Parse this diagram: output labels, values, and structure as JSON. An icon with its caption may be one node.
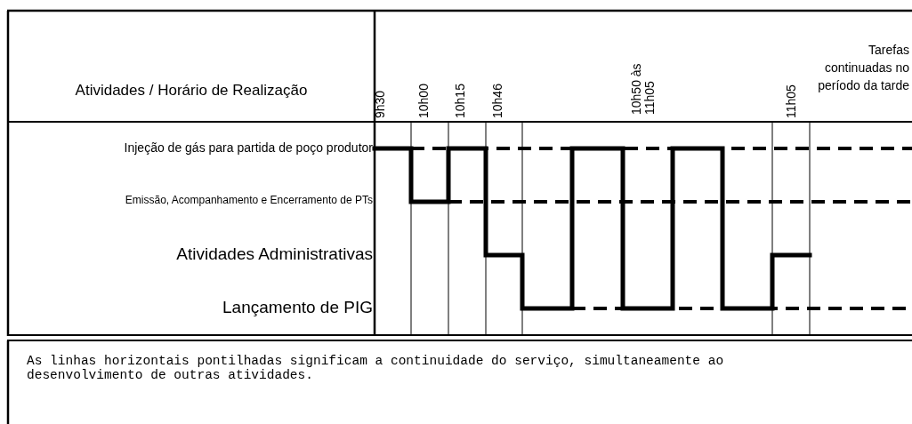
{
  "diagram": {
    "labels": [
      "Atividades / Horário de Realização",
      "9h30",
      "10h00",
      "10h15",
      "10h46",
      "10h50 às 11h05",
      "11h05",
      "Tarefas continuadas no período da tarde",
      "Injeção de gás para partida de poço produtor",
      "Emissão, Acompanhamento e Encerramento de PTs",
      "Atividades Administrativas",
      "Lançamento de PIG",
      "As linhas horizontais pontilhadas significam a continuidade do serviço, simultaneamente ao desenvolvimento de outras atividades."
    ]
  }
}
